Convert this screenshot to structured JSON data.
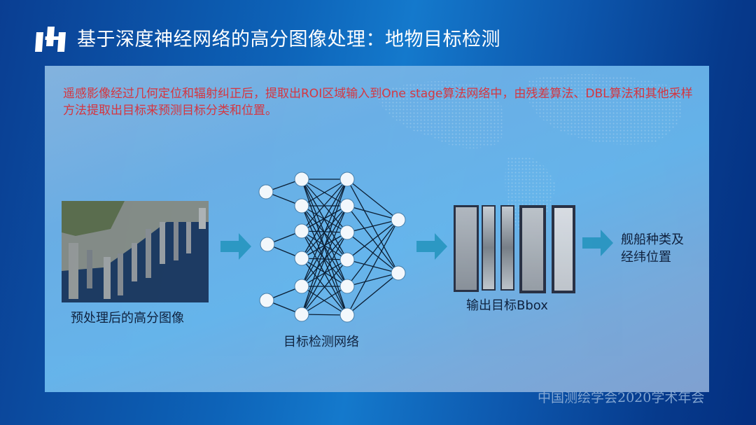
{
  "header": {
    "logo_icon": "bars-logo-icon",
    "title": "基于深度神经网络的高分图像处理：地物目标检测"
  },
  "panel": {
    "intro_text": "遥感影像经过几何定位和辐射纠正后，提取出ROI区域输入到One stage算法网络中，由残差算法、DBL算法和其他采样方法提取出目标来预测目标分类和位置。",
    "steps": [
      {
        "id": "input",
        "label": "预处理后的高分图像",
        "visual": "satellite-harbor-image"
      },
      {
        "id": "network",
        "label": "目标检测网络",
        "visual": "neural-network-diagram",
        "layers": [
          3,
          6,
          6,
          2
        ]
      },
      {
        "id": "bbox",
        "label": "输出目标Bbox",
        "visual": "ship-crops",
        "crop_count": 5
      },
      {
        "id": "result",
        "label_line1": "舰船种类及",
        "label_line2": "经纬位置"
      }
    ],
    "arrow_icon": "right-arrow-icon",
    "arrow_color": "#2e9bc4"
  },
  "colors": {
    "intro_text": "#e0343a",
    "title": "#ffffff",
    "node_fill": "#ffffff",
    "edge": "#0b1a2c"
  },
  "footer": {
    "text": "中国测绘学会2020学术年会"
  }
}
